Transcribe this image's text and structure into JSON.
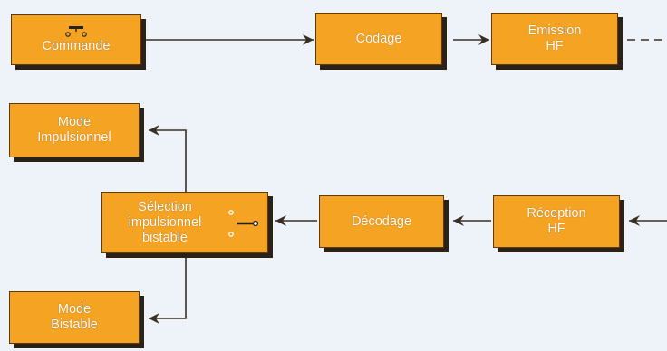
{
  "colors": {
    "background": "#eef3fa",
    "box_fill": "#f5a323",
    "box_shadow": "#2b2116",
    "text": "#ffffff",
    "line": "#3a2e22"
  },
  "boxes": {
    "commande": {
      "line1": "Commande",
      "icon": "push-button-icon"
    },
    "codage": {
      "line1": "Codage"
    },
    "emission": {
      "line1": "Emission",
      "line2": "HF"
    },
    "mode_impulsionnel": {
      "line1": "Mode",
      "line2": "Impulsionnel"
    },
    "selection": {
      "line1": "Sélection",
      "line2": "impulsionnel",
      "line3": "bistable",
      "icon": "two-way-switch-icon"
    },
    "decodage": {
      "line1": "Décodage"
    },
    "reception": {
      "line1": "Réception",
      "line2": "HF"
    },
    "mode_bistable": {
      "line1": "Mode",
      "line2": "Bistable"
    }
  }
}
